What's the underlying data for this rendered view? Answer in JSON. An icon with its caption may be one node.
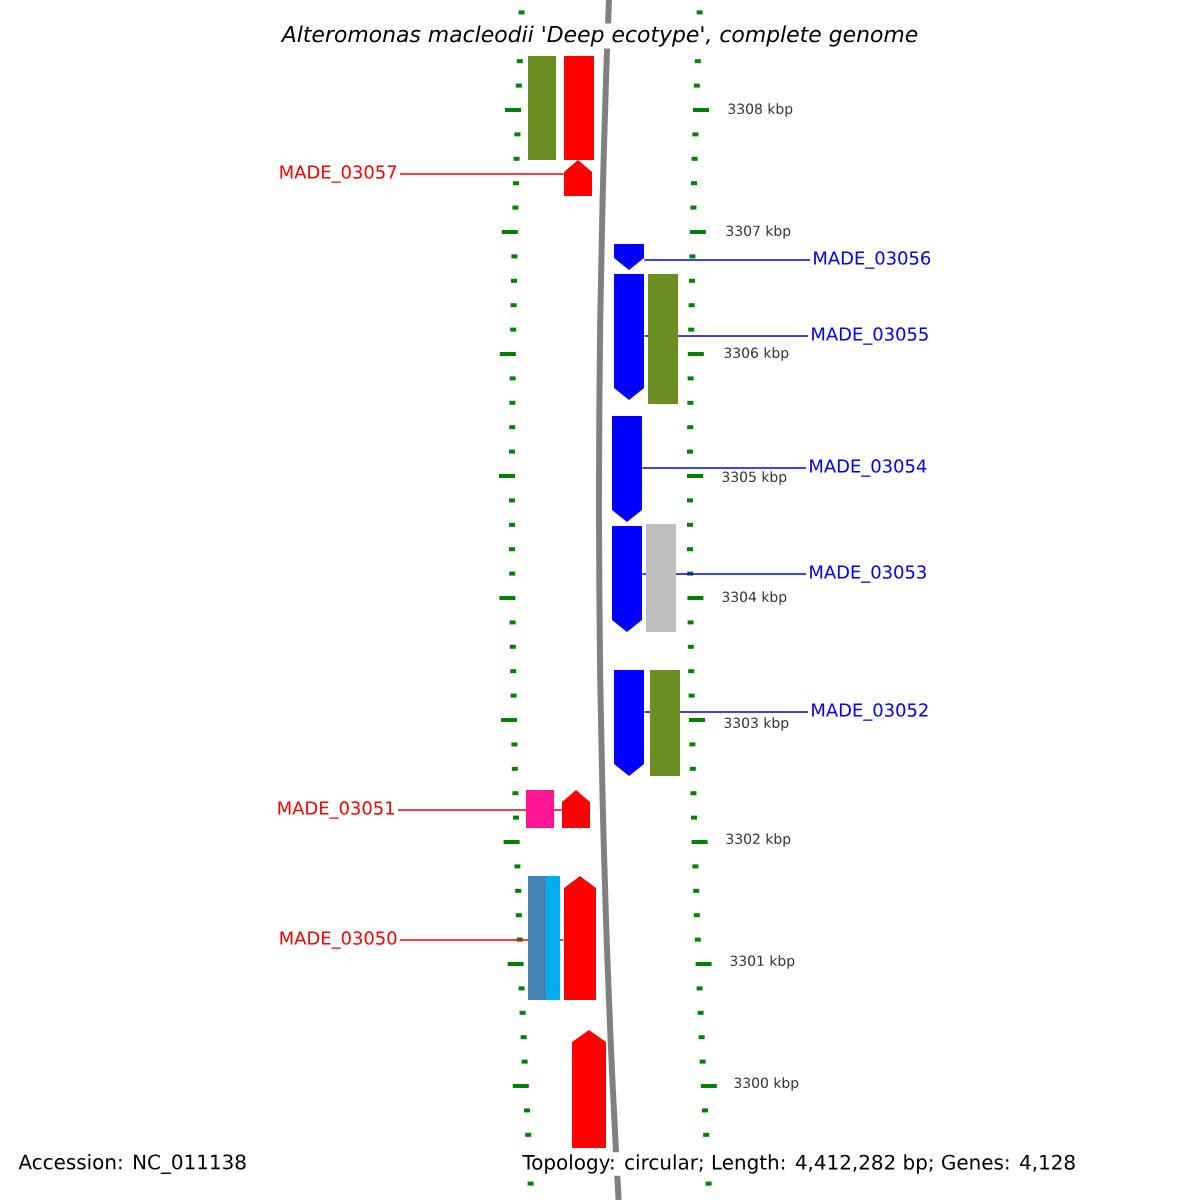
{
  "diagram": {
    "title": "Alteromonas macleodii 'Deep ecotype', complete genome",
    "nodes": [
      {
        "text": [
          "MADE_03057"
        ]
      },
      {
        "text": [],
        "shape": "arrow"
      },
      {
        "text": [
          "MADE_03056"
        ]
      },
      {
        "text": [],
        "shape": "arrow"
      },
      {
        "text": [
          "MADE_03055"
        ]
      },
      {
        "text": [],
        "shape": "arrow"
      },
      {
        "text": [
          "MADE_03054"
        ]
      },
      {
        "text": [],
        "shape": "arrow"
      },
      {
        "text": [
          "MADE_03053"
        ]
      },
      {
        "text": [],
        "shape": "arrow"
      },
      {
        "text": [
          "MADE_03052"
        ]
      },
      {
        "text": [],
        "shape": "arrow"
      },
      {
        "text": [
          "MADE_03051"
        ]
      },
      {
        "text": [],
        "shape": "arrow"
      },
      {
        "text": [
          "MADE_03050"
        ]
      },
      {
        "text": [],
        "shape": "arrow"
      },
      {
        "text": [],
        "shape": "arrow"
      }
    ],
    "edges": [
      {
        "from": 0,
        "to": 1,
        "arrow": "none",
        "color": "#ff0000"
      },
      {
        "from": 2,
        "to": 3,
        "arrow": "none"
      },
      {
        "from": 4,
        "to": 5,
        "arrow": "none"
      },
      {
        "from": 6,
        "to": 7,
        "arrow": "none"
      },
      {
        "from": 8,
        "to": 9,
        "arrow": "none"
      },
      {
        "from": 10,
        "to": 11,
        "arrow": "none"
      },
      {
        "from": 12,
        "to": 13,
        "arrow": "none",
        "color": "#ff0000"
      },
      {
        "from": 14,
        "to": 15,
        "arrow": "none",
        "color": "#ff0000"
      }
    ],
    "labels": [
      "3308 kbp",
      "3307 kbp",
      "3306 kbp",
      "3305 kbp",
      "3304 kbp",
      "3303 kbp",
      "3302 kbp",
      "3301 kbp",
      "3300 kbp",
      "Accession: NC_011138",
      "Topology: circular; Length: 4,412,282 bp; Genes: 4,128"
    ]
  }
}
